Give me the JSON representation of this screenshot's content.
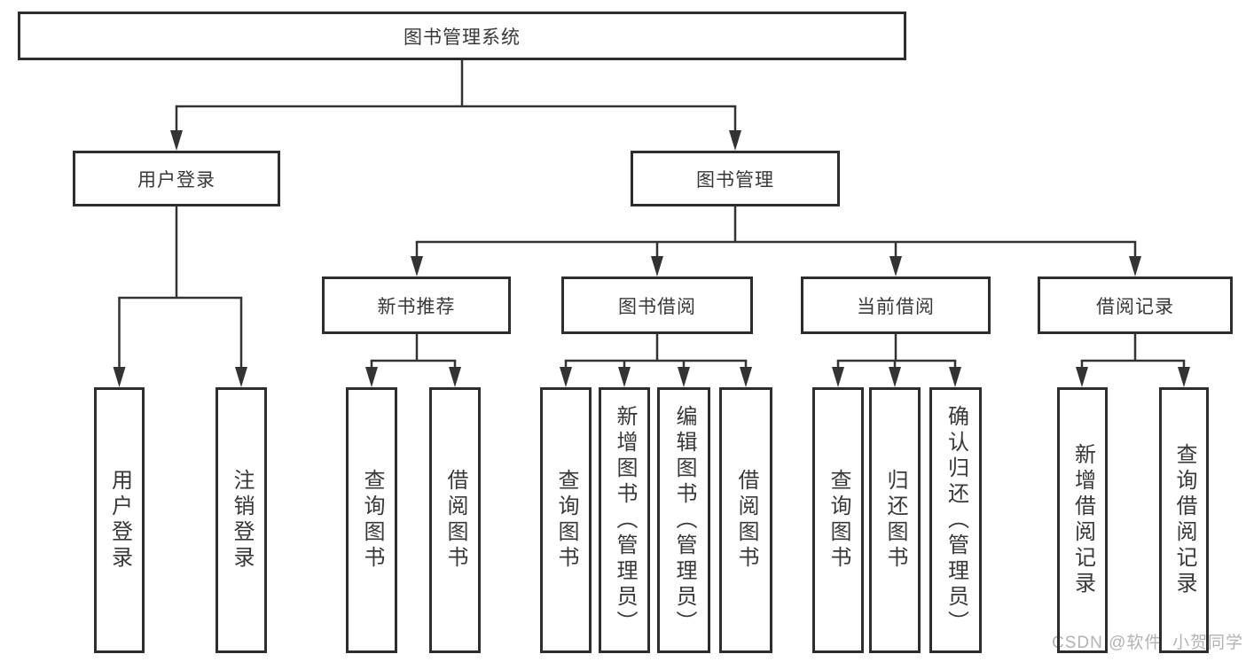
{
  "diagram": {
    "root": {
      "label": "图书管理系统"
    },
    "branches": [
      {
        "label": "用户登录",
        "children": [
          {
            "label": "用户登录"
          },
          {
            "label": "注销登录"
          }
        ]
      },
      {
        "label": "图书管理",
        "children": [
          {
            "label": "新书推荐",
            "children": [
              {
                "label": "查询图书"
              },
              {
                "label": "借阅图书"
              }
            ]
          },
          {
            "label": "图书借阅",
            "children": [
              {
                "label": "查询图书"
              },
              {
                "label": "新增图书（管理员）"
              },
              {
                "label": "编辑图书（管理员）"
              },
              {
                "label": "借阅图书"
              }
            ]
          },
          {
            "label": "当前借阅",
            "children": [
              {
                "label": "查询图书"
              },
              {
                "label": "归还图书"
              },
              {
                "label": "确认归还（管理员）"
              }
            ]
          },
          {
            "label": "借阅记录",
            "children": [
              {
                "label": "新增借阅记录"
              },
              {
                "label": "查询借阅记录"
              }
            ]
          }
        ]
      }
    ]
  },
  "watermark": {
    "text": "CSDN @软件_小贺同学"
  },
  "colors": {
    "line": "#333333",
    "border": "#2d2d2d",
    "text": "#383838",
    "watermark": "#b3b3b3",
    "background": "#ffffff"
  }
}
